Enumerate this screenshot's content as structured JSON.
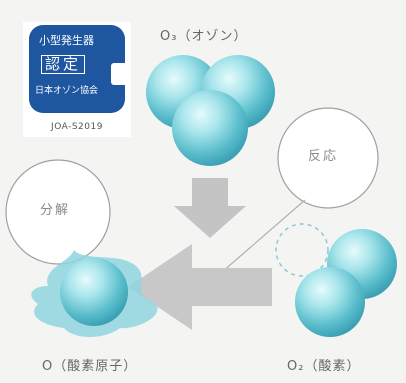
{
  "badge": {
    "line1": "小型発生器",
    "line2": "認定",
    "line3": "日本オゾン協会",
    "code": "JOA-S2019"
  },
  "labels": {
    "ozone": "O₃（オゾン）",
    "react": "反応",
    "decompose": "分解",
    "oxygen_atom": "O（酸素原子）",
    "oxygen": "O₂（酸素）"
  },
  "colors": {
    "sphere_light": "#d9f6f8",
    "sphere_mid": "#7fd2dc",
    "sphere_dark": "#3aa8b8",
    "arrow": "#c4c4c4",
    "badge_blue": "#1e56a0",
    "splash": "#8fd3df"
  }
}
